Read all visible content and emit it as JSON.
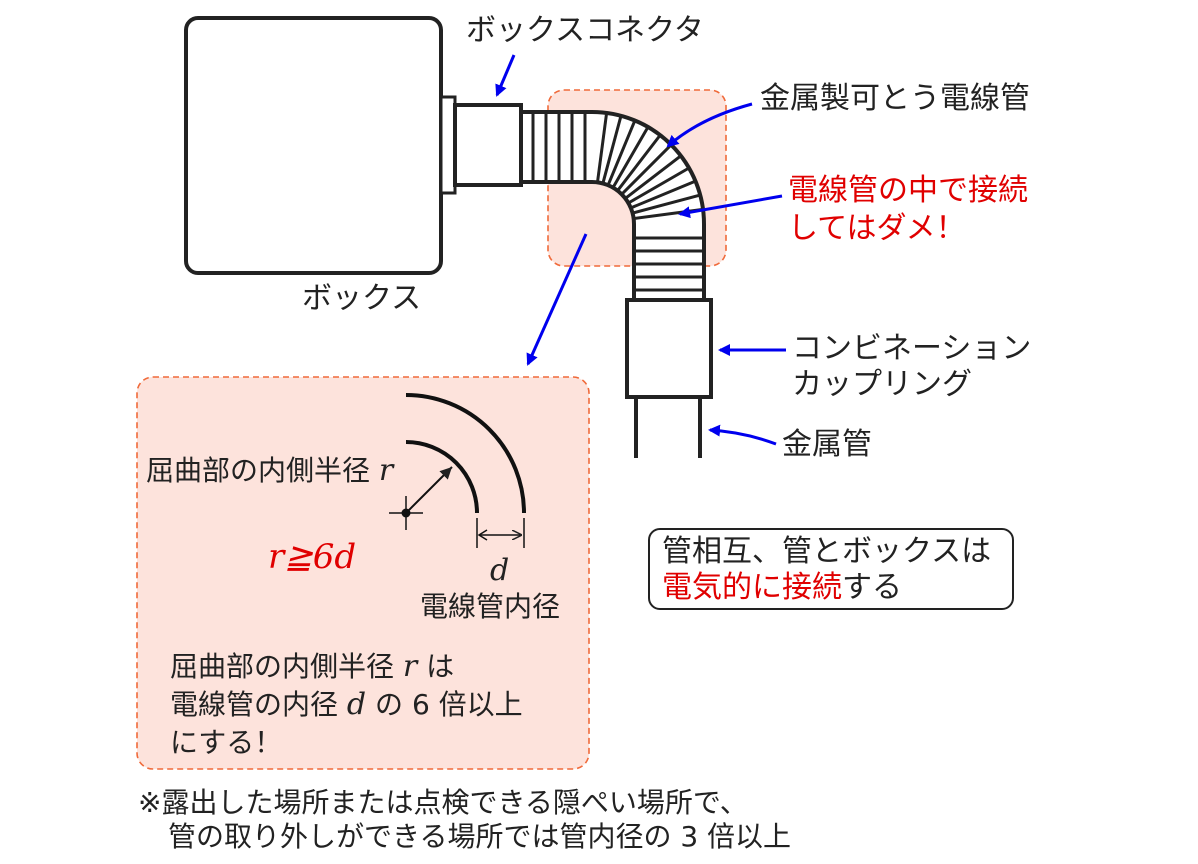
{
  "labels": {
    "box_connector": "ボックスコネクタ",
    "flexible_conduit": "金属製可とう電線管",
    "no_joint_line1": "電線管の中で接続",
    "no_joint_line2": "してはダメ！",
    "box": "ボックス",
    "combination_coupling_line1": "コンビネーション",
    "combination_coupling_line2": "カップリング",
    "metal_conduit": "金属管"
  },
  "detail": {
    "inner_radius_label": "屈曲部の内側半径",
    "r_symbol": "r",
    "formula": "r≧6d",
    "d_symbol": "d",
    "conduit_inner_diameter": "電線管内径",
    "rule_line1_prefix": "屈曲部の内側半径",
    "rule_line1_suffix": "は",
    "rule_line2_prefix": "電線管の内径",
    "rule_line2_suffix": "の 6 倍以上",
    "rule_line3": "にする！"
  },
  "note": {
    "line1": "管相互、管とボックスは",
    "line2_red": "電気的に接続",
    "line2_rest": "する"
  },
  "footnote": {
    "line1": "※露出した場所または点検できる隠ぺい場所で、",
    "line2": "管の取り外しができる場所では管内径の 3 倍以上"
  },
  "colors": {
    "arrow": "#0000ee",
    "highlight_fill": "#fde3dc",
    "highlight_border": "#f06a3a",
    "warning_text": "#e00000"
  }
}
